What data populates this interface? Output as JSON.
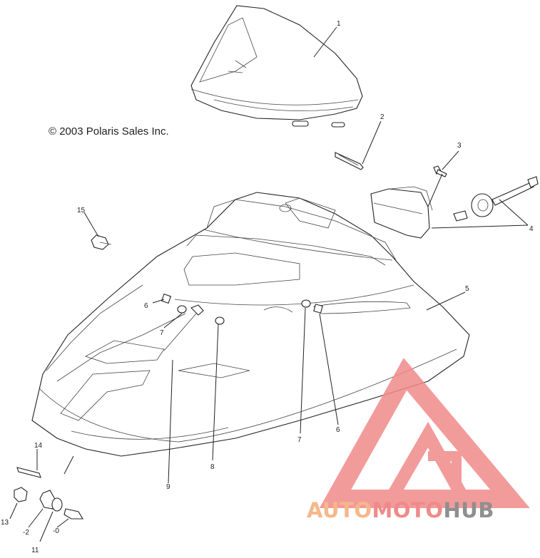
{
  "copyright": "© 2003 Polaris Sales Inc.",
  "callouts": {
    "c1": "1",
    "c2": "2",
    "c3": "3",
    "c4": "4",
    "c5": "5",
    "c6a": "6",
    "c6b": "6",
    "c7a": "7",
    "c7b": "7",
    "c8": "8",
    "c9": "9",
    "c10": "-0",
    "c11": "11",
    "c12": "-2",
    "c13": "13",
    "c14": "14",
    "c15": "15"
  },
  "watermark": {
    "part1": "AUTO",
    "part2": "MOTO",
    "part3": "HUB",
    "color_orange": "#f5b88a",
    "color_red": "#f08a8a",
    "color_gray": "#8f8f8f"
  }
}
